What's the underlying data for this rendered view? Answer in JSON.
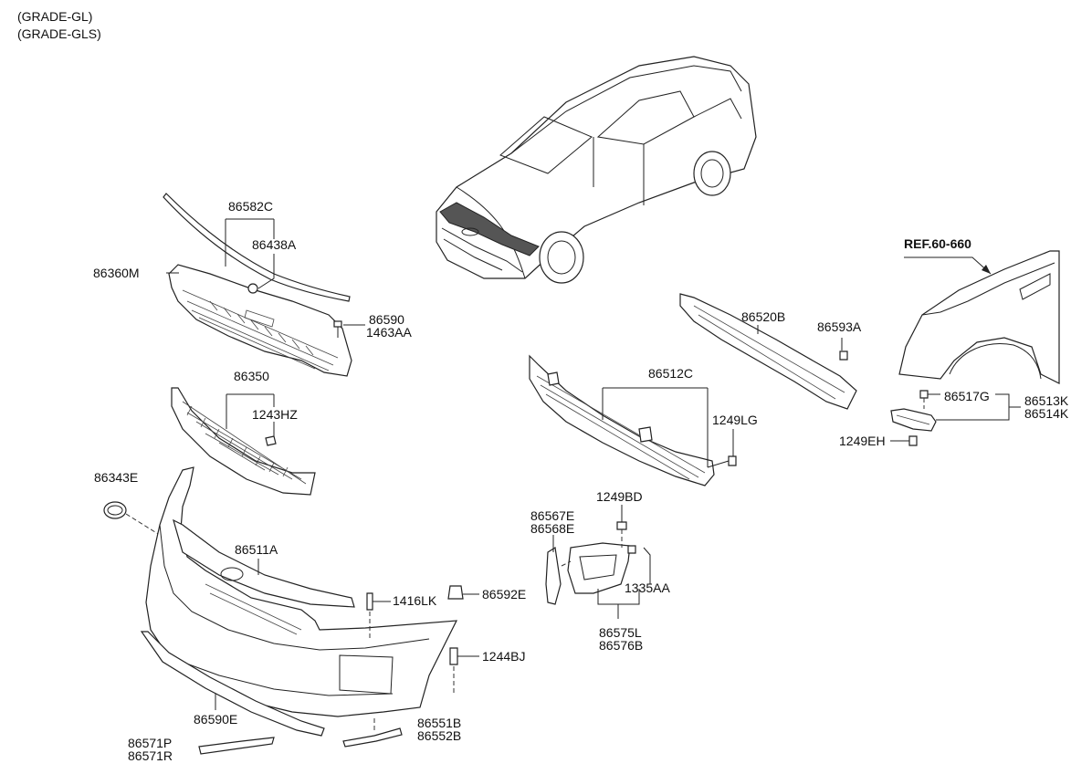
{
  "grades": [
    "(GRADE-GL)",
    "(GRADE-GLS)"
  ],
  "ref_label": "REF.60-660",
  "labels": {
    "p86582C": "86582C",
    "p86438A": "86438A",
    "p86360M": "86360M",
    "p86590": "86590",
    "p1463AA": "1463AA",
    "p86350": "86350",
    "p1243HZ": "1243HZ",
    "p86343E": "86343E",
    "p86511A": "86511A",
    "p1416LK": "1416LK",
    "p86592E": "86592E",
    "p1244BJ": "1244BJ",
    "p86590E": "86590E",
    "p86571P": "86571P",
    "p86571R": "86571R",
    "p86551B": "86551B",
    "p86552B": "86552B",
    "p86520B": "86520B",
    "p86593A": "86593A",
    "p86512C": "86512C",
    "p1249LG": "1249LG",
    "p1249BD": "1249BD",
    "p86567E": "86567E",
    "p86568E": "86568E",
    "p1335AA": "1335AA",
    "p86575L": "86575L",
    "p86576B": "86576B",
    "p86517G": "86517G",
    "p86513K": "86513K",
    "p86514K": "86514K",
    "p1249EH": "1249EH"
  }
}
